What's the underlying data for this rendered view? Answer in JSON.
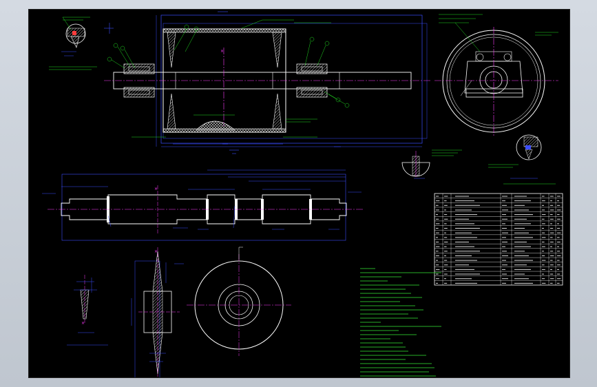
{
  "colors": {
    "background": "#000000",
    "outline": "#ffffff",
    "dimension": "#3b4dff",
    "centerline": "#ff3cff",
    "leader": "#22dd22",
    "section": "#ff3c3c",
    "hatch": "#f0f0f0",
    "sheet_border": "#ffffff"
  },
  "views": {
    "assembly": "drum-assembly-section",
    "side": "drum-end-view",
    "shaft": "shaft-detail",
    "hub": "hub-section",
    "disc": "disc-front-view",
    "key": "key-detail"
  },
  "bom": {
    "rows": 20,
    "columns": 8
  }
}
